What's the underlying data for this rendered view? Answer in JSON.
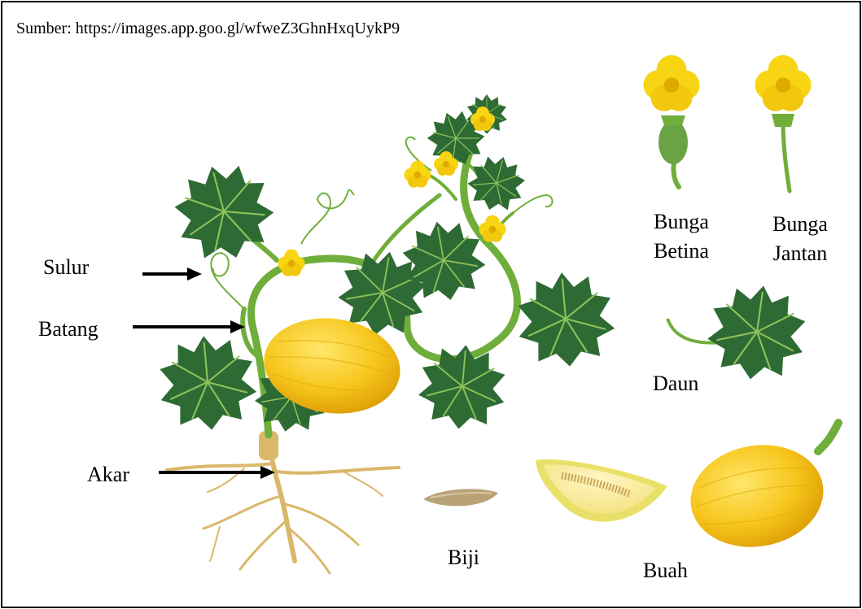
{
  "source_text": "Sumber: https://images.app.goo.gl/wfweZ3GhnHxqUykP9",
  "labels": {
    "sulur": "Sulur",
    "batang": "Batang",
    "akar": "Akar",
    "bunga_betina": [
      "Bunga",
      "Betina"
    ],
    "bunga_jantan": [
      "Bunga",
      "Jantan"
    ],
    "daun": "Daun",
    "biji": "Biji",
    "buah": "Buah"
  },
  "colors": {
    "leaf": "#2e6b34",
    "leaf_vein": "#8fc25a",
    "stem": "#6fae3a",
    "flower": "#f7d512",
    "fruit": "#f2bf16",
    "root": "#d9b86a",
    "seed": "#b8a276"
  }
}
